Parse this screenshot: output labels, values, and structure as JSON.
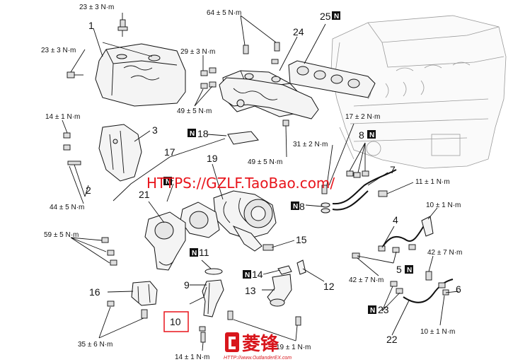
{
  "torques": {
    "t23a": "23 ± 3 N·m",
    "t23b": "23 ± 3 N·m",
    "t64": "64 ± 5 N·m",
    "t29": "29 ± 3 N·m",
    "t49a": "49 ± 5 N·m",
    "t14a": "14 ± 1 N·m",
    "t44": "44 ± 5 N·m",
    "t49b": "49 ± 5 N·m",
    "t17": "17 ± 2 N·m",
    "t31": "31 ± 2 N·m",
    "t11": "11 ± 1 N·m",
    "t10a": "10 ± 1 N·m",
    "t59": "59 ± 5 N·m",
    "t42a": "42 ± 7 N·m",
    "t42b": "42 ± 7 N·m",
    "t35": "35 ± 6 N·m",
    "t14b": "14 ± 1 N·m",
    "t19": "19 ± 1 N·m",
    "t10b": "10 ± 1 N·m"
  },
  "parts": {
    "p1": "1",
    "p2": "2",
    "p3": "3",
    "p4": "4",
    "p5": "5",
    "p6": "6",
    "p7": "7",
    "p8a": "8",
    "p8b": "8",
    "p9": "9",
    "p10": "10",
    "p11": "11",
    "p12": "12",
    "p13": "13",
    "p14": "14",
    "p15": "15",
    "p16": "16",
    "p17": "17",
    "p18": "18",
    "p19": "19",
    "p21": "21",
    "p22": "22",
    "p23": "23",
    "p24": "24",
    "p25": "25"
  },
  "new_part_marker": "N",
  "watermark": "HTTPS://GZLF.TaoBao.com/",
  "logo": {
    "text": "菱锋",
    "url": "HTTP://www.OutlanderEX.com"
  },
  "colors": {
    "watermark": "#e8141b",
    "highlight_box": "#e8141b",
    "line": "#111111"
  }
}
